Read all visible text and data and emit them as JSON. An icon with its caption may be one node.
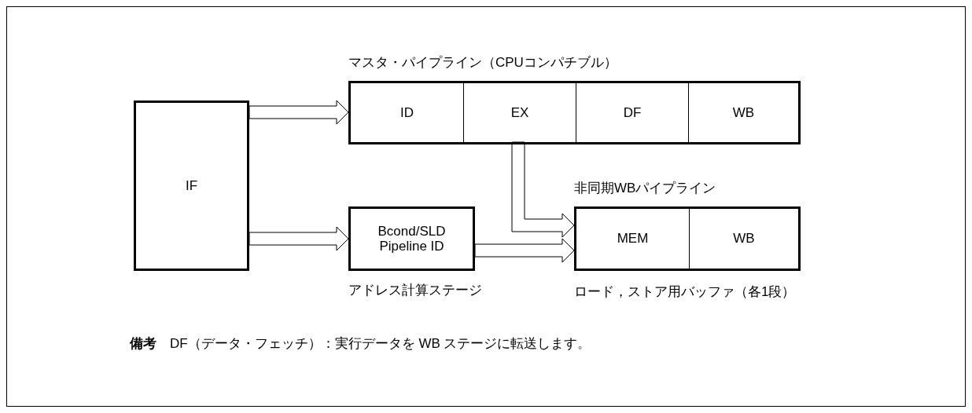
{
  "diagram": {
    "nodes": [
      {
        "text": [
          "IF"
        ]
      },
      {
        "text": [
          "マスタ・パイプライン（CPUコンパチブル）"
        ]
      },
      {
        "text": [
          "ID"
        ],
        "in": 1
      },
      {
        "text": [
          "EX"
        ],
        "in": 1
      },
      {
        "text": [
          "DF"
        ],
        "in": 1
      },
      {
        "text": [
          "WB"
        ],
        "in": 1
      },
      {
        "text": [
          "Bcond/SLD Pipeline ID"
        ],
        "beside": [
          "アドレス計算ステージ"
        ]
      },
      {
        "text": [
          "非同期WBパイプライン"
        ],
        "beside": [
          "ロード，ストア用バッファ（各1段）"
        ]
      },
      {
        "text": [
          "MEM"
        ],
        "in": 7
      },
      {
        "text": [
          "WB"
        ],
        "in": 7
      }
    ],
    "edges": [
      {
        "from": 0,
        "to": 1,
        "arrow": "to"
      },
      {
        "from": 0,
        "to": 6,
        "arrow": "to"
      },
      {
        "from": 3,
        "to": 7,
        "arrow": "to"
      },
      {
        "from": 6,
        "to": 7,
        "arrow": "to"
      }
    ],
    "labels": [
      "**備考**　DF（データ・フェッチ）：実行データを WB ステージに転送します。"
    ]
  }
}
